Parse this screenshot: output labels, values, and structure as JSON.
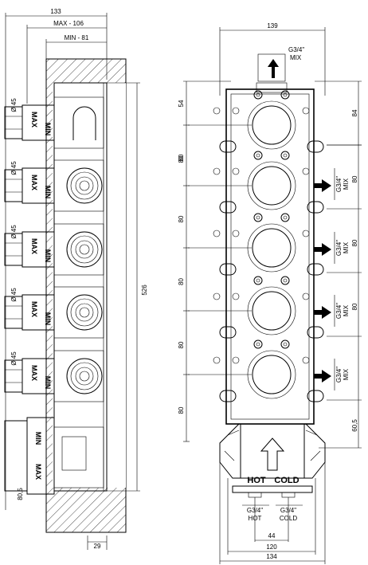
{
  "left_view": {
    "dim_total_width": "133",
    "dim_max_depth": "MAX - 106",
    "dim_min_depth": "MIN - 81",
    "dim_height": "526",
    "dim_bottom": "80,5",
    "dim_wall": "29",
    "diameter_labels": [
      "Ø 45",
      "Ø 45",
      "Ø 45",
      "Ø 45",
      "Ø 45"
    ],
    "max_label": "MAX",
    "min_label": "MIN"
  },
  "right_view": {
    "dim_top_width": "139",
    "dim_top_offset": "54",
    "dim_right_top": "84",
    "dim_spacings": [
      "80",
      "80",
      "80",
      "80",
      "80",
      "80"
    ],
    "dim_right_spacings": [
      "80",
      "80",
      "80"
    ],
    "dim_right_bottom": "60,5",
    "top_outlet_size": "G3/4\"",
    "top_outlet_label": "MIX",
    "side_outlet_sizes": [
      "G3/4\"",
      "G3/4\"",
      "G3/4\"",
      "G3/4\""
    ],
    "side_outlet_labels": [
      "MIX",
      "MIX",
      "MIX",
      "MIX"
    ],
    "hot_label": "HOT",
    "cold_label": "COLD",
    "hot_size": "G3/4\"",
    "hot_sub": "HOT",
    "cold_size": "G3/4\"",
    "cold_sub": "COLD",
    "dim_inlet_spacing": "44",
    "dim_body_width": "120",
    "dim_total_width": "134"
  }
}
